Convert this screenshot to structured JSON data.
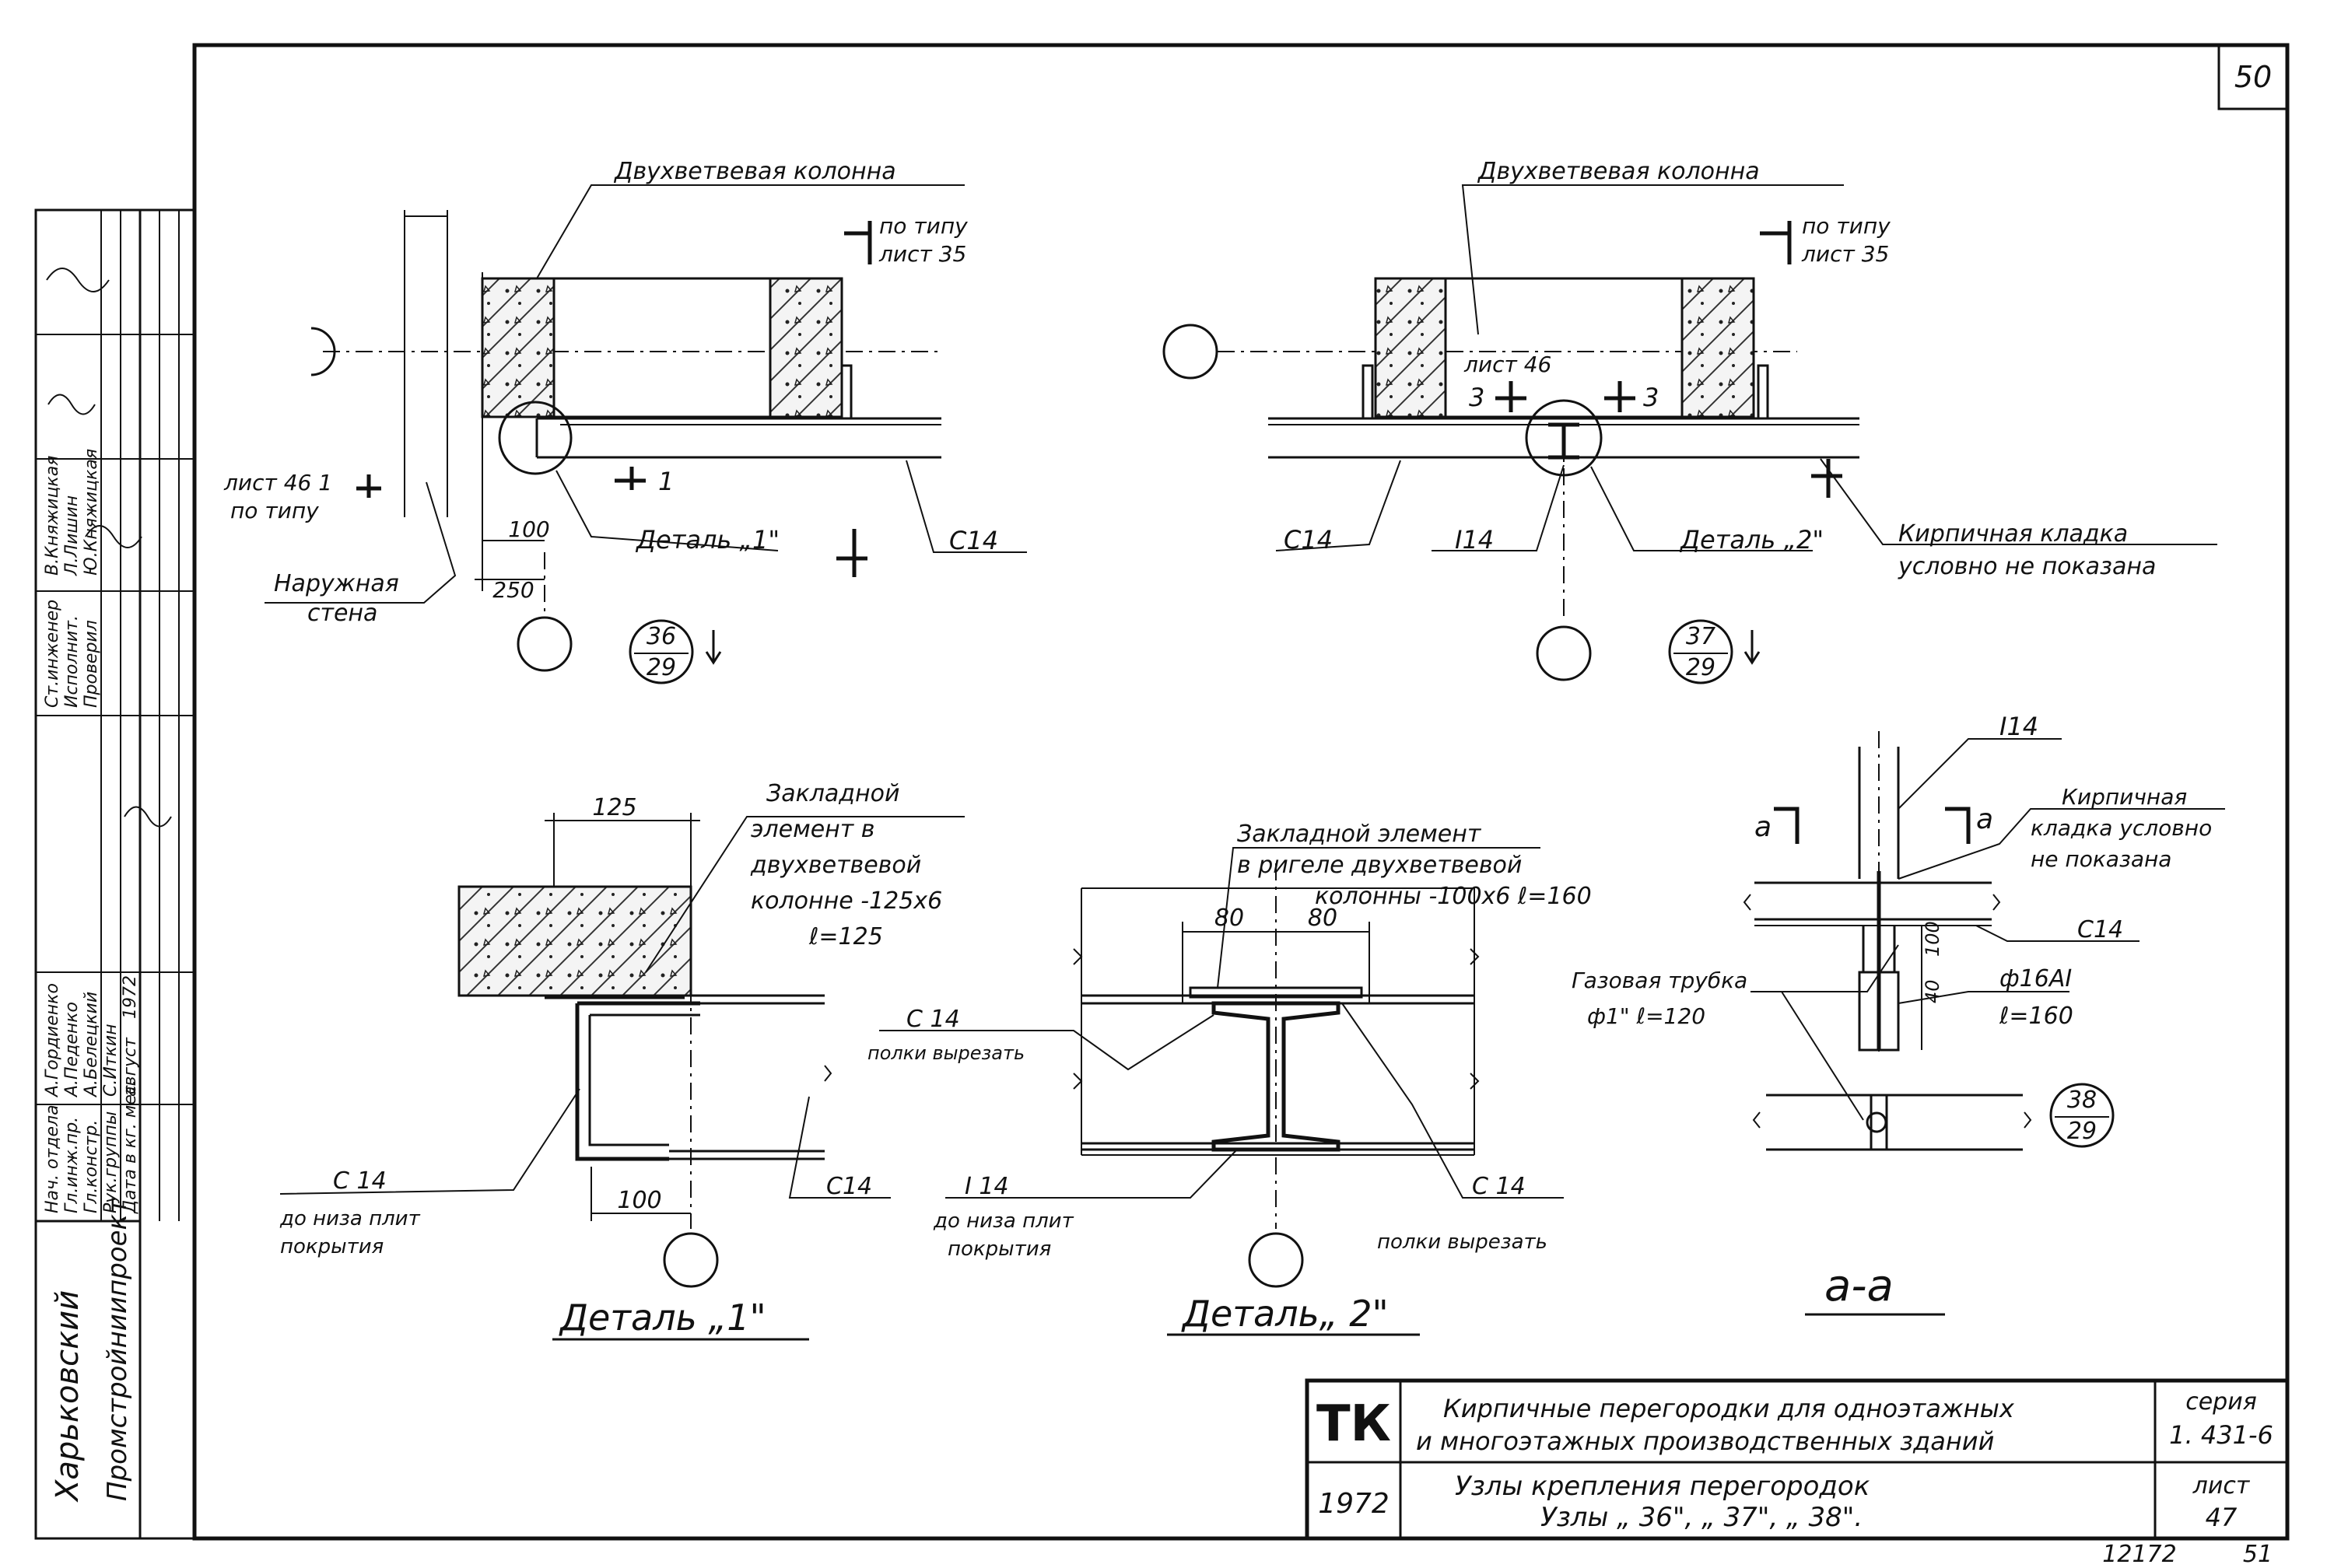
{
  "sheet": {
    "page_number": "50",
    "bottom_code": "12172",
    "bottom_number": "51"
  },
  "node36": {
    "column_label": "Двухветвевая колонна",
    "section_ref": "по типу\nлист 35",
    "sheet46_ref": "лист 46 1",
    "by_type": "по типу",
    "outer_wall": "Наружная\nстена",
    "dim_100": "100",
    "dim_250": "250",
    "detail_label": "Деталь „1\"",
    "channel": "С14",
    "marker_num": "36",
    "marker_den": "29"
  },
  "node37": {
    "column_label": "Двухветвевая колонна",
    "section_ref": "по типу\nлист 35",
    "sheet46": "лист 46",
    "section_3": "3",
    "channel": "С14",
    "beam": "I14",
    "detail_label": "Деталь „2\"",
    "brick_note": "Кирпичная кладка\nусловно не показана",
    "marker_num": "37",
    "marker_den": "29"
  },
  "detail1": {
    "dim_125": "125",
    "embedded": "Закладной\nэлемент в\nдвухветвевой\nколонне -125х6\nℓ=125",
    "channel_left": "С 14",
    "channel_left_note": "до низа плит\nпокрытия",
    "dim_100": "100",
    "channel_right": "С14",
    "title": "Деталь „1\""
  },
  "detail2": {
    "embedded": "Закладной элемент\nв ригеле двухветвевой\nколонны -100х6 ℓ=160",
    "dim_80a": "80",
    "dim_80b": "80",
    "channel_top": "С 14",
    "channel_top_note": "полки вырезать",
    "beam": "I 14",
    "beam_note": "до низа плит\nпокрытия",
    "channel_right": "С 14",
    "channel_right_note": "полки вырезать",
    "title": "Деталь„ 2\""
  },
  "section_aa": {
    "beam": "I14",
    "brick_note": "Кирпичная\nкладка условно\nне показана",
    "cut_a_left": "а",
    "cut_a_right": "а",
    "channel": "С14",
    "gas_pipe": "Газовая трубка\nф1\" ℓ=120",
    "dim_100": "100",
    "dim_40": "40",
    "rod": "ф16АI\nℓ=160",
    "marker_num": "38",
    "marker_den": "29",
    "title": "а-а"
  },
  "title_block": {
    "logo": "ТК",
    "year": "1972",
    "title_line1": "Кирпичные перегородки для одноэтажных",
    "title_line2": "и многоэтажных производственных зданий",
    "subtitle_line1": "Узлы крепления перегородок",
    "subtitle_line2": "Узлы „ 36\", „ 37\", „ 38\".",
    "series_label": "серия",
    "series_value": "1. 431-6",
    "sheet_label": "лист",
    "sheet_value": "47"
  },
  "stamp": {
    "org_line1": "Харьковский",
    "org_line2": "Промстройниипроект",
    "row1": [
      "Нач. отдела",
      "А.Гордиенко",
      "Ст.инженер",
      "В.Княжицкая"
    ],
    "row2": [
      "Гл.инж.пр.",
      "А.Педенко",
      "Исполнит.",
      "Л.Лишин"
    ],
    "row3": [
      "Гл.констр.",
      "А.Белецкий",
      "Проверил",
      "Ю.Княжицкая"
    ],
    "row4": [
      "Рук.группы",
      "С.Иткин"
    ],
    "row5": [
      "Дата в кг. мес.",
      "август",
      "1972"
    ]
  }
}
